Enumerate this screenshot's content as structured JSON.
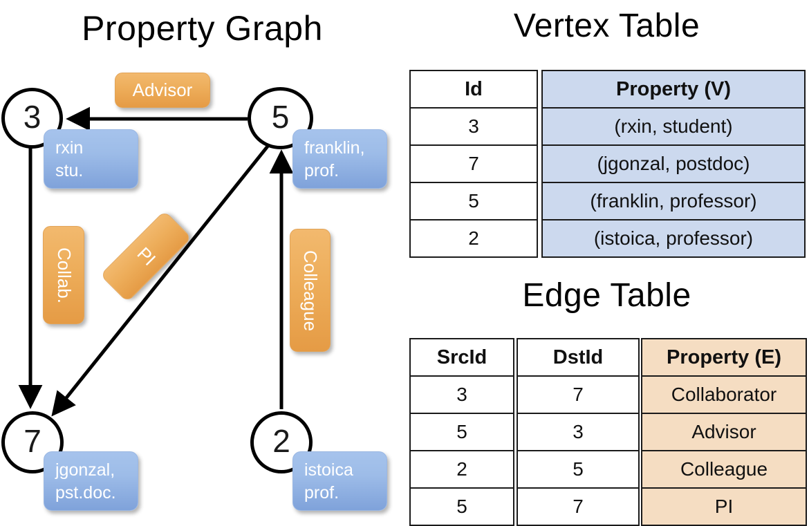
{
  "titles": {
    "property_graph": "Property Graph",
    "vertex_table": "Vertex Table",
    "edge_table": "Edge Table"
  },
  "graph": {
    "nodes": [
      {
        "id": "3",
        "property_line1": "rxin",
        "property_line2": "stu."
      },
      {
        "id": "5",
        "property_line1": "franklin,",
        "property_line2": "prof."
      },
      {
        "id": "7",
        "property_line1": "jgonzal,",
        "property_line2": "pst.doc."
      },
      {
        "id": "2",
        "property_line1": "istoica",
        "property_line2": "prof."
      }
    ],
    "edge_labels": [
      {
        "label": "Advisor",
        "orientation": "horizontal"
      },
      {
        "label": "Collab.",
        "orientation": "vertical"
      },
      {
        "label": "PI",
        "orientation": "diagonal"
      },
      {
        "label": "Colleague",
        "orientation": "vertical"
      }
    ],
    "edges": [
      {
        "from": "5",
        "to": "3",
        "label": "Advisor"
      },
      {
        "from": "3",
        "to": "7",
        "label": "Collab."
      },
      {
        "from": "5",
        "to": "7",
        "label": "PI"
      },
      {
        "from": "2",
        "to": "5",
        "label": "Colleague"
      }
    ]
  },
  "vertex_table": {
    "headers": [
      "Id",
      "Property (V)"
    ],
    "rows": [
      {
        "id": "3",
        "property": "(rxin, student)"
      },
      {
        "id": "7",
        "property": "(jgonzal, postdoc)"
      },
      {
        "id": "5",
        "property": "(franklin, professor)"
      },
      {
        "id": "2",
        "property": "(istoica, professor)"
      }
    ]
  },
  "edge_table": {
    "headers": [
      "SrcId",
      "DstId",
      "Property (E)"
    ],
    "rows": [
      {
        "src": "3",
        "dst": "7",
        "property": "Collaborator"
      },
      {
        "src": "5",
        "dst": "3",
        "property": "Advisor"
      },
      {
        "src": "2",
        "dst": "5",
        "property": "Colleague"
      },
      {
        "src": "5",
        "dst": "7",
        "property": "PI"
      }
    ]
  },
  "colors": {
    "vertex_property_fill": "#ccd9ee",
    "edge_property_fill": "#f5ddc2",
    "node_box_blue": "#9dbce8",
    "edge_label_orange": "#edad5a",
    "stroke": "#000000"
  }
}
